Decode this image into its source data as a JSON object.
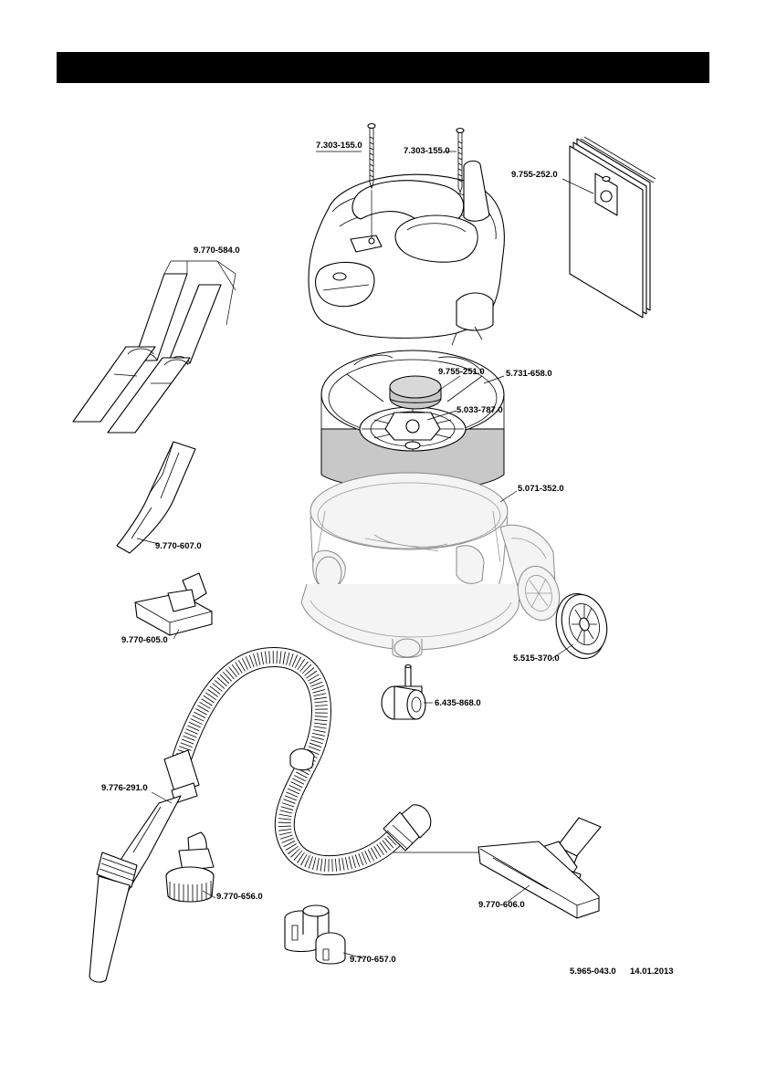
{
  "parts": [
    {
      "id": "screw-left",
      "number": "7.303-155.0"
    },
    {
      "id": "screw-right",
      "number": "7.303-155.0"
    },
    {
      "id": "filter-bag",
      "number": "9.755-252.0"
    },
    {
      "id": "extension-tubes",
      "number": "9.770-584.0"
    },
    {
      "id": "filter-disc",
      "number": "9.755-251.0"
    },
    {
      "id": "filter-basket",
      "number": "5.731-658.0"
    },
    {
      "id": "filter-holder",
      "number": "5.033-787.0"
    },
    {
      "id": "container",
      "number": "5.071-352.0"
    },
    {
      "id": "crevice-nozzle",
      "number": "9.770-607.0"
    },
    {
      "id": "upholstery-nozzle",
      "number": "9.770-605.0"
    },
    {
      "id": "wheel",
      "number": "5.515-370.0"
    },
    {
      "id": "castor",
      "number": "6.435-868.0"
    },
    {
      "id": "suction-hose",
      "number": "9.776-291.0"
    },
    {
      "id": "suction-brush",
      "number": "9.770-656.0"
    },
    {
      "id": "floor-nozzle",
      "number": "9.770-606.0"
    },
    {
      "id": "accessory-holder",
      "number": "9.770-657.0"
    }
  ],
  "footer": {
    "doc_number": "5.965-043.0",
    "date": "14.01.2013"
  }
}
